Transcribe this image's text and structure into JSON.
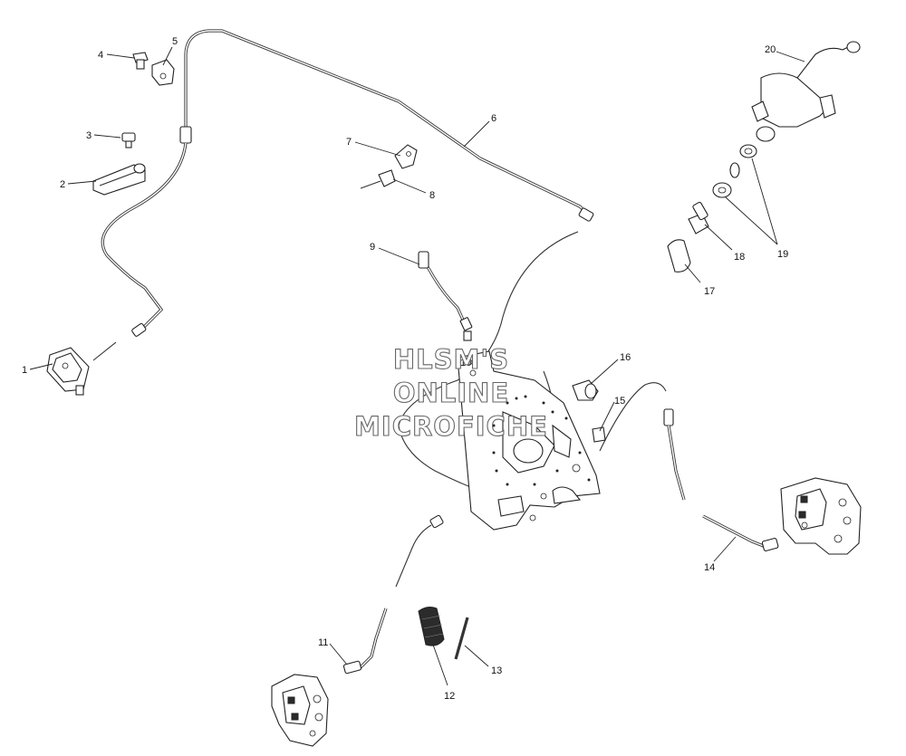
{
  "callouts": [
    "1",
    "2",
    "3",
    "4",
    "5",
    "6",
    "7",
    "8",
    "9",
    "10",
    "11",
    "12",
    "13",
    "14",
    "15",
    "16",
    "17",
    "18",
    "19",
    "20"
  ],
  "watermark": {
    "line1": "HLSM'S",
    "line2": "ONLINE",
    "line3": "MICROFICHE"
  }
}
